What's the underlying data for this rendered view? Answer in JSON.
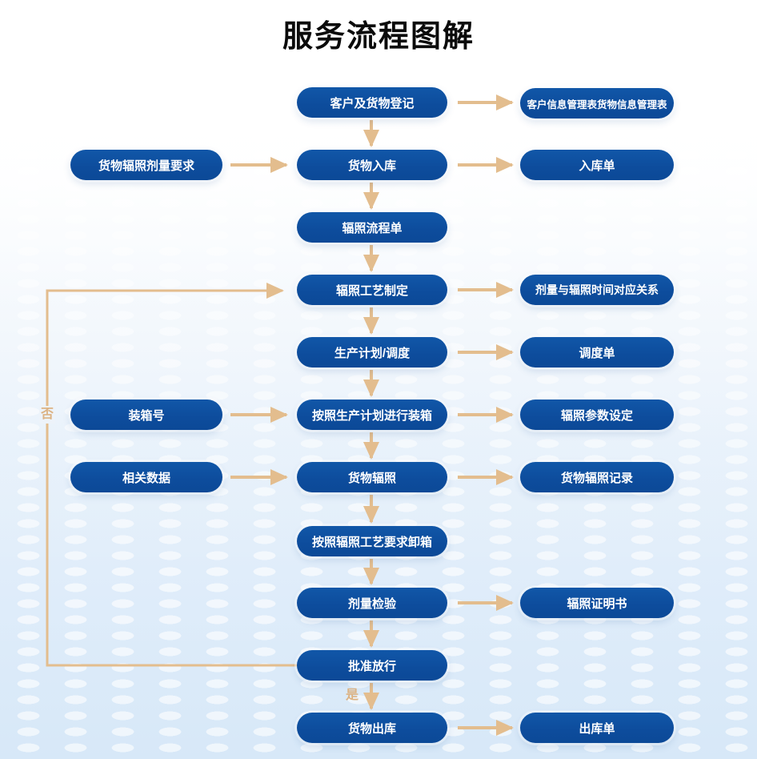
{
  "title": "服务流程图解",
  "colors": {
    "node_blue": "#0d4c9c",
    "arrow_tan": "#e3bd8e",
    "node_text": "#ffffff",
    "title_text": "#0b0b0b",
    "background_bottom": "#d7e8f8"
  },
  "decision": {
    "no": "否",
    "yes": "是"
  },
  "main_flow": [
    "客户及货物登记",
    "货物入库",
    "辐照流程单",
    "辐照工艺制定",
    "生产计划/调度",
    "按照生产计划进行装箱",
    "货物辐照",
    "按照辐照工艺要求卸箱",
    "剂量检验",
    "批准放行",
    "货物出库"
  ],
  "left_inputs": [
    "货物辐照剂量要求",
    "装箱号",
    "相关数据"
  ],
  "right_outputs": [
    "客户信息管理表货物信息管理表",
    "入库单",
    "剂量与辐照时间对应关系",
    "调度单",
    "辐照参数设定",
    "货物辐照记录",
    "辐照证明书",
    "出库单"
  ],
  "edges": [
    {
      "from": "客户及货物登记",
      "to": "客户信息管理表货物信息管理表"
    },
    {
      "from": "客户及货物登记",
      "to": "货物入库"
    },
    {
      "from": "货物辐照剂量要求",
      "to": "货物入库"
    },
    {
      "from": "货物入库",
      "to": "入库单"
    },
    {
      "from": "货物入库",
      "to": "辐照流程单"
    },
    {
      "from": "辐照流程单",
      "to": "辐照工艺制定"
    },
    {
      "from": "辐照工艺制定",
      "to": "剂量与辐照时间对应关系"
    },
    {
      "from": "辐照工艺制定",
      "to": "生产计划/调度"
    },
    {
      "from": "生产计划/调度",
      "to": "调度单"
    },
    {
      "from": "生产计划/调度",
      "to": "按照生产计划进行装箱"
    },
    {
      "from": "装箱号",
      "to": "按照生产计划进行装箱"
    },
    {
      "from": "按照生产计划进行装箱",
      "to": "辐照参数设定"
    },
    {
      "from": "按照生产计划进行装箱",
      "to": "货物辐照"
    },
    {
      "from": "相关数据",
      "to": "货物辐照"
    },
    {
      "from": "货物辐照",
      "to": "货物辐照记录"
    },
    {
      "from": "货物辐照",
      "to": "按照辐照工艺要求卸箱"
    },
    {
      "from": "按照辐照工艺要求卸箱",
      "to": "剂量检验"
    },
    {
      "from": "剂量检验",
      "to": "辐照证明书"
    },
    {
      "from": "剂量检验",
      "to": "批准放行"
    },
    {
      "from": "批准放行",
      "to": "辐照工艺制定",
      "label": "否"
    },
    {
      "from": "批准放行",
      "to": "货物出库",
      "label": "是"
    },
    {
      "from": "货物出库",
      "to": "出库单"
    }
  ]
}
